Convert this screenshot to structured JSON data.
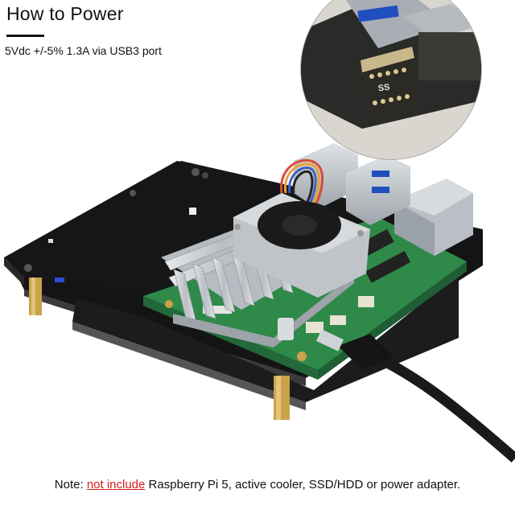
{
  "header": {
    "title": "How to Power",
    "subtitle": "5Vdc +/-5% 1.3A via USB3 port"
  },
  "callout": {
    "usb_label": "SS",
    "usb_icon": "usb-icon"
  },
  "note": {
    "prefix": "Note:",
    "highlight": "not include",
    "rest": "Raspberry Pi 5, active cooler, SSD/HDD or power adapter."
  },
  "colors": {
    "highlight": "#d81c1c",
    "board_black": "#161616",
    "pcb_green": "#2f8a4a",
    "heatsink": "#c9cdd2",
    "brass": "#c9a24a",
    "orange_line": "#f08a1a"
  }
}
